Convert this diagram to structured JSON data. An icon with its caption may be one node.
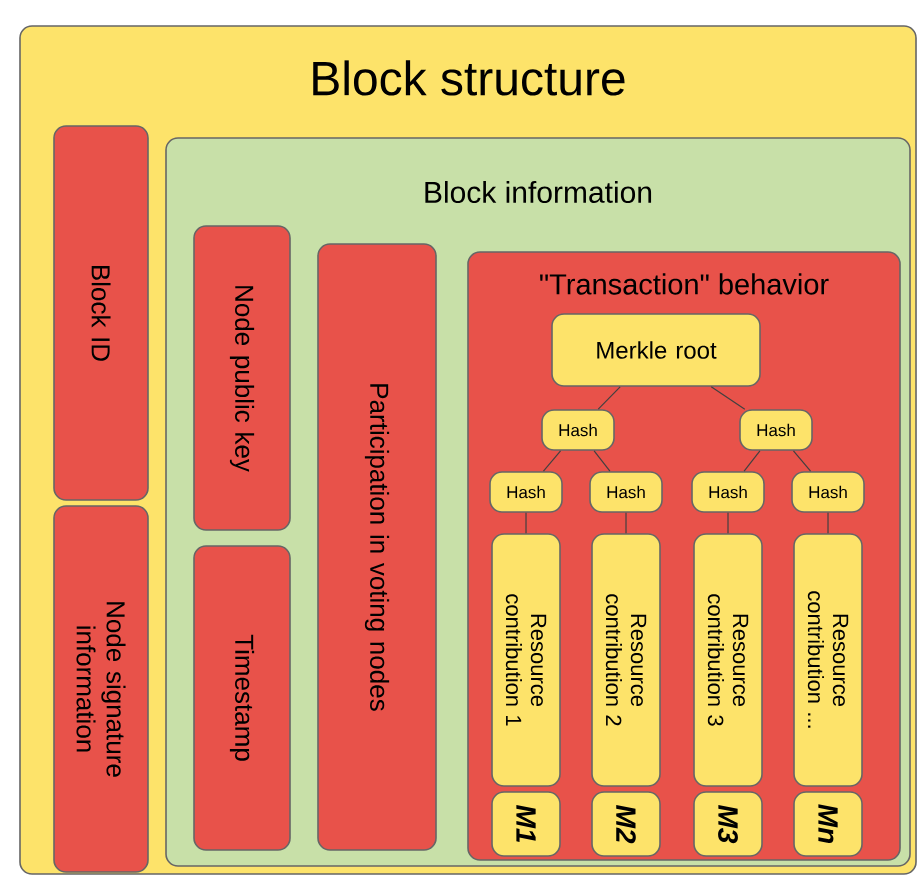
{
  "diagram": {
    "nodes": [
      {
        "text": [
          "Block structure"
        ]
      },
      {
        "text": [
          "Block ID"
        ],
        "in": 0
      },
      {
        "text": [
          "Node signature information"
        ],
        "in": 0
      },
      {
        "text": [
          "Block information"
        ],
        "in": 0
      },
      {
        "text": [
          "Node public key"
        ],
        "in": 3
      },
      {
        "text": [
          "Timestamp"
        ],
        "in": 3
      },
      {
        "text": [
          "Participation in voting nodes"
        ],
        "in": 3
      },
      {
        "text": [
          "\"Transaction\" behavior"
        ],
        "in": 3
      },
      {
        "text": [
          "Merkle root"
        ],
        "in": 7
      },
      {
        "text": [
          "Hash"
        ],
        "in": 7
      },
      {
        "text": [
          "Hash"
        ],
        "in": 7
      },
      {
        "text": [
          "Hash"
        ],
        "in": 7
      },
      {
        "text": [
          "Hash"
        ],
        "in": 7
      },
      {
        "text": [
          "Hash"
        ],
        "in": 7
      },
      {
        "text": [
          "Hash"
        ],
        "in": 7
      },
      {
        "text": [
          "Resource contribution 1"
        ],
        "in": 7
      },
      {
        "text": [
          "Resource contribution 2"
        ],
        "in": 7
      },
      {
        "text": [
          "Resource contribution 3"
        ],
        "in": 7
      },
      {
        "text": [
          "Resource contribution ..."
        ],
        "in": 7
      },
      {
        "text": [
          "M1"
        ],
        "in": 7
      },
      {
        "text": [
          "M2"
        ],
        "in": 7
      },
      {
        "text": [
          "M3"
        ],
        "in": 7
      },
      {
        "text": [
          "Mn"
        ],
        "in": 7
      }
    ],
    "edges": [
      {
        "from": 8,
        "to": 9,
        "arrow": "none"
      },
      {
        "from": 8,
        "to": 10,
        "arrow": "none"
      },
      {
        "from": 9,
        "to": 11,
        "arrow": "none"
      },
      {
        "from": 9,
        "to": 12,
        "arrow": "none"
      },
      {
        "from": 10,
        "to": 13,
        "arrow": "none"
      },
      {
        "from": 10,
        "to": 14,
        "arrow": "none"
      },
      {
        "from": 11,
        "to": 15,
        "arrow": "none"
      },
      {
        "from": 12,
        "to": 16,
        "arrow": "none"
      },
      {
        "from": 13,
        "to": 17,
        "arrow": "none"
      },
      {
        "from": 14,
        "to": 18,
        "arrow": "none"
      }
    ]
  }
}
